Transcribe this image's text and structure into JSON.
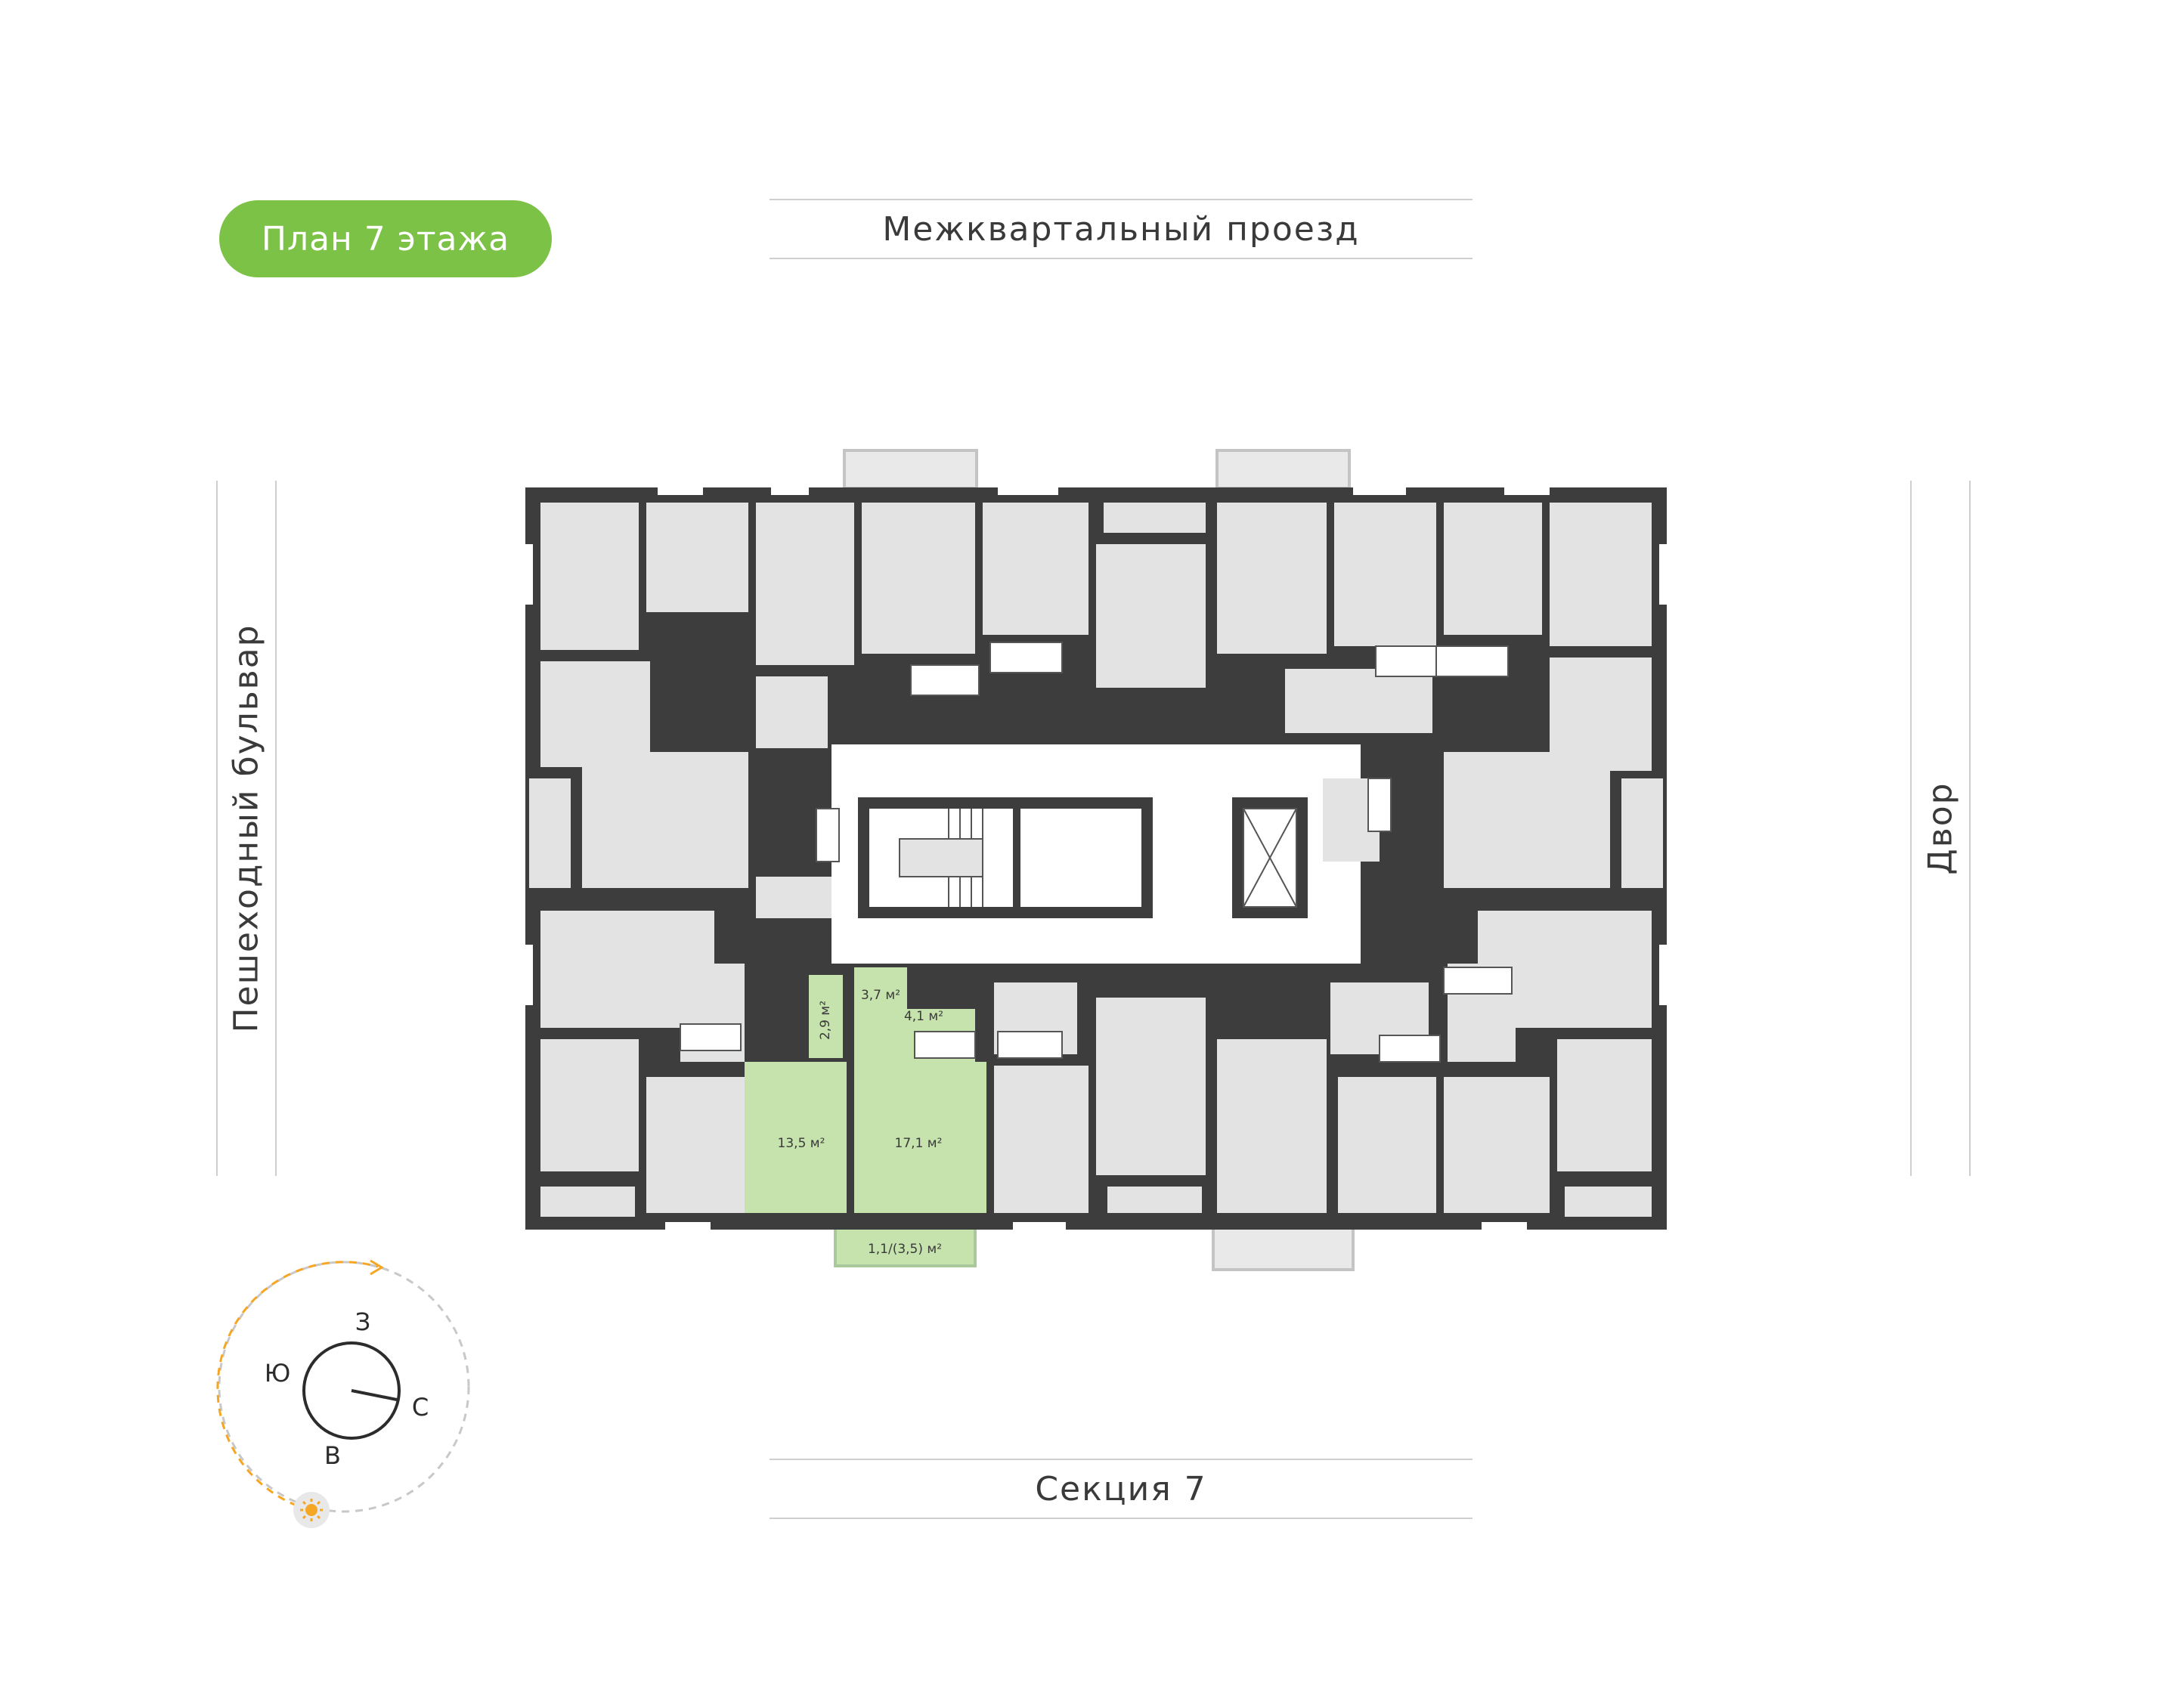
{
  "badge": {
    "label": "План 7 этажа",
    "color": "#7cc246"
  },
  "streets": {
    "top": "Межквартальный проезд",
    "left": "Пешеходный бульвар",
    "right": "Двор",
    "bottom": "Секция 7"
  },
  "apartment": {
    "highlight_color": "#c6e3ad",
    "rooms": [
      {
        "area": "2,9 м²"
      },
      {
        "area": "3,7 м²"
      },
      {
        "area": "4,1 м²"
      },
      {
        "area": "13,5 м²"
      },
      {
        "area": "17,1 м²"
      },
      {
        "area": "1,1/(3,5) м²"
      }
    ]
  },
  "compass": {
    "west": "З",
    "south": "Ю",
    "north": "С",
    "east": "В",
    "sun_color": "#f5a623"
  },
  "colors": {
    "wall": "#3d3d3d",
    "room": "#e3e3e3",
    "balcony": "#cfcfcf"
  }
}
